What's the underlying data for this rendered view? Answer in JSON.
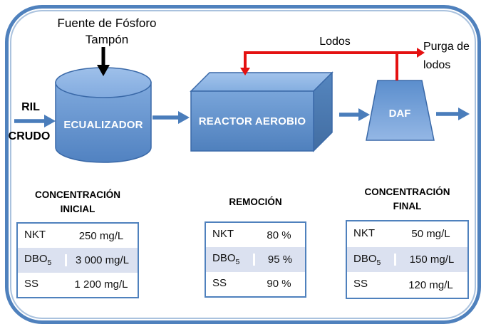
{
  "diagram": {
    "phosphorus_line1": "Fuente de Fósforo",
    "phosphorus_line2": "Tampón",
    "influent_line1": "RIL",
    "influent_line2": "CRUDO",
    "equalizer_label": "ECUALIZADOR",
    "reactor_label": "REACTOR AEROBIO",
    "daf_label": "DAF",
    "sludge_label": "Lodos",
    "purge_line1": "Purga de",
    "purge_line2": "lodos"
  },
  "tables": [
    {
      "title_line1": "CONCENTRACIÓN",
      "title_line2": "INICIAL",
      "rows": [
        {
          "param": "NKT",
          "sub": "",
          "value": "250 mg/L"
        },
        {
          "param": "DBO",
          "sub": "5",
          "value": "3 000 mg/L"
        },
        {
          "param": "SS",
          "sub": "",
          "value": "1 200 mg/L"
        }
      ]
    },
    {
      "title_line1": "REMOCIÓN",
      "title_line2": "",
      "rows": [
        {
          "param": "NKT",
          "sub": "",
          "value": "80 %"
        },
        {
          "param": "DBO",
          "sub": "5",
          "value": "95 %"
        },
        {
          "param": "SS",
          "sub": "",
          "value": "90 %"
        }
      ]
    },
    {
      "title_line1": "CONCENTRACIÓN",
      "title_line2": "FINAL",
      "rows": [
        {
          "param": "NKT",
          "sub": "",
          "value": "50 mg/L"
        },
        {
          "param": "DBO",
          "sub": "5",
          "value": "150 mg/L"
        },
        {
          "param": "SS",
          "sub": "",
          "value": "120 mg/L"
        }
      ]
    }
  ],
  "colors": {
    "accent_blue": "#4f81bd",
    "arrow_blue": "#4a7dbb",
    "shape_stroke": "#3a69a8",
    "shape_fill_light": "#8fb6e6",
    "shape_fill_dark": "#5182c1",
    "red_line": "#e41111",
    "table_band": "#dbe1f0",
    "black": "#000000"
  }
}
